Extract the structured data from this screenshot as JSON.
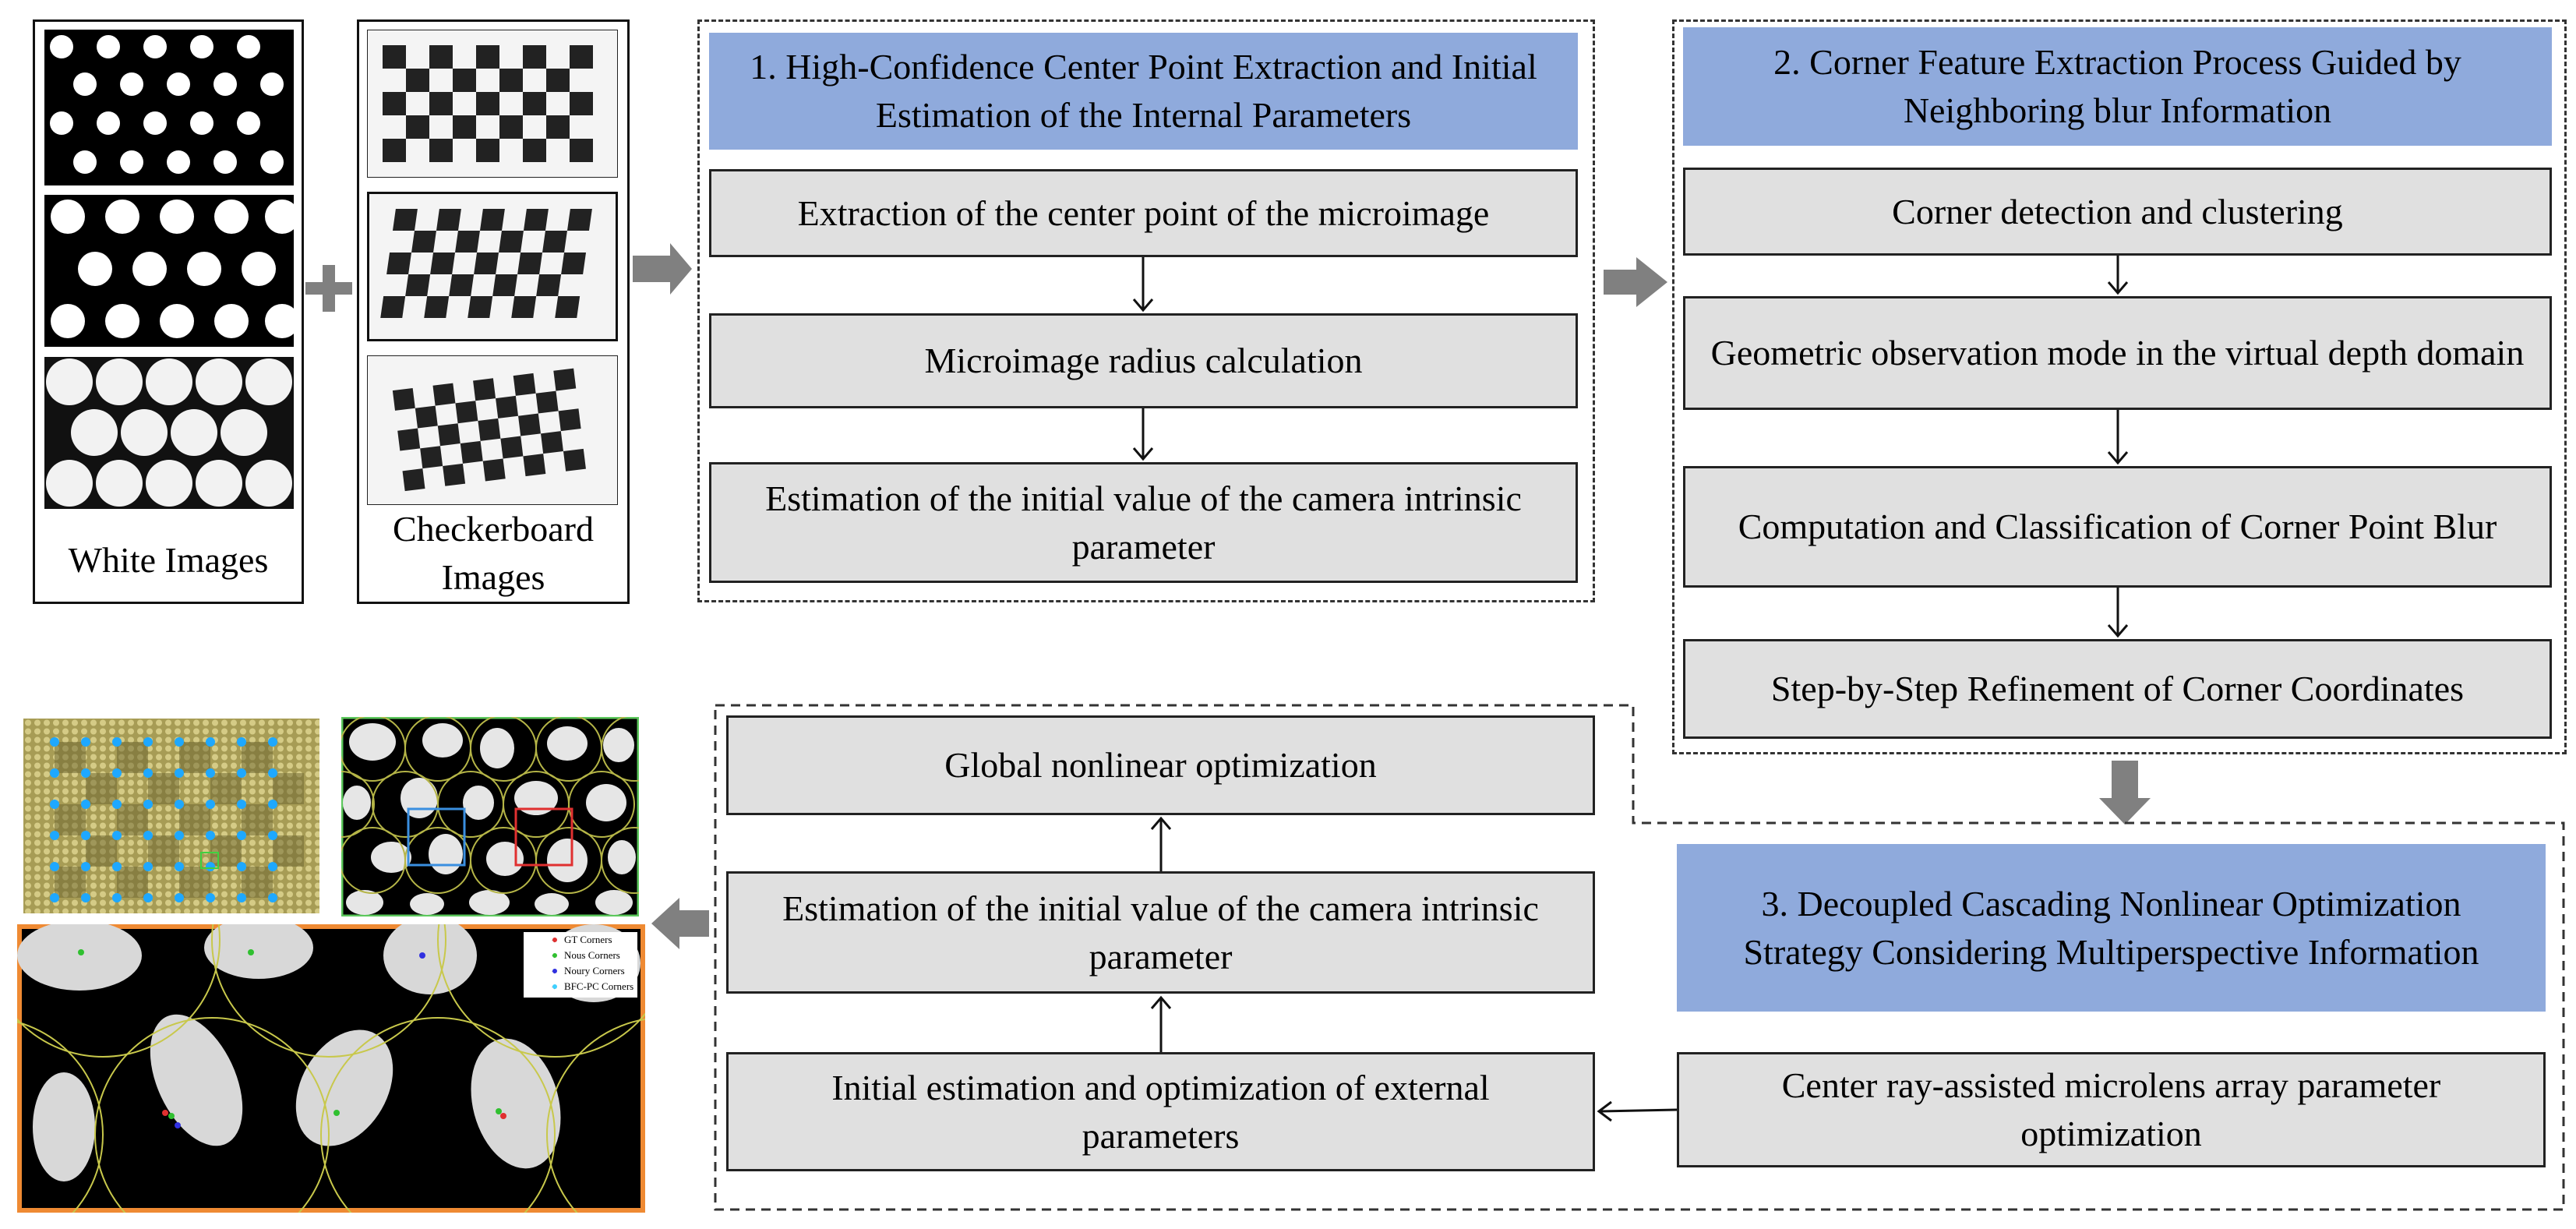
{
  "inputs": {
    "white_label": "White Images",
    "checker_label_line1": "Checkerboard",
    "checker_label_line2": "Images"
  },
  "stage1": {
    "title": "1. High-Confidence Center Point Extraction and Initial Estimation of the Internal Parameters",
    "steps": [
      "Extraction of the center point of the microimage",
      "Microimage radius calculation",
      "Estimation of the initial value of the camera intrinsic parameter"
    ]
  },
  "stage2": {
    "title": "2. Corner Feature Extraction Process Guided by Neighboring blur Information",
    "steps": [
      "Corner detection and clustering",
      "Geometric observation mode in the virtual depth domain",
      "Computation and Classification of Corner Point Blur",
      "Step-by-Step Refinement of Corner Coordinates"
    ]
  },
  "stage3": {
    "title": "3. Decoupled Cascading Nonlinear Optimization Strategy Considering Multiperspective Information",
    "steps": [
      "Center ray-assisted microlens array parameter optimization",
      "Initial estimation and optimization of external parameters",
      "Estimation of the initial value of the camera intrinsic parameter",
      "Global nonlinear optimization"
    ]
  },
  "legend": [
    "GT Corners",
    "Nous Corners",
    "Noury Corners",
    "BFC-PC Corners"
  ],
  "colors": {
    "header_blue": "#8faadc",
    "step_gray": "#e0e0e0",
    "arrow_gray": "#808080",
    "result_frame_green": "#5cc75c",
    "result_frame_orange": "#ef8a33",
    "mosaic_olive": "#a79c55"
  }
}
